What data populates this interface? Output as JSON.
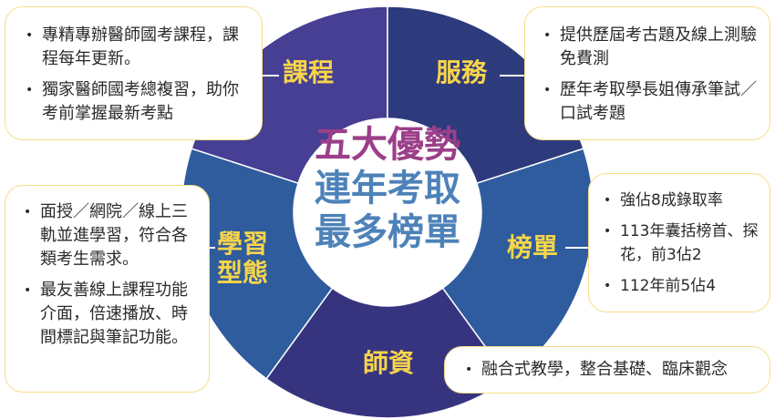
{
  "center": {
    "line1": "五大優勢",
    "line2": "連年考取",
    "line3": "最多榜單"
  },
  "colors": {
    "course": "#463f94",
    "service": "#2d3a7c",
    "ranking": "#2e5c9e",
    "teachers": "#37347f",
    "learning": "#2f5c9d",
    "label": "#f7d54a"
  },
  "segments": {
    "course": {
      "label": "課程",
      "items": [
        "專精專辦醫師國考課程，課程每年更新。",
        "獨家醫師國考總複習，助你考前掌握最新考點"
      ]
    },
    "service": {
      "label": "服務",
      "items": [
        "提供歷屆考古題及線上測驗免費測",
        "歷年考取學長姐傳承筆試／口試考題"
      ]
    },
    "ranking": {
      "label": "榜單",
      "items": [
        "強佔8成錄取率",
        "113年囊括榜首、探花，前3佔2",
        "112年前5佔4"
      ]
    },
    "teachers": {
      "label": "師資",
      "items": [
        "融合式教學，整合基礎、臨床觀念"
      ]
    },
    "learning": {
      "label_line1": "學習",
      "label_line2": "型態",
      "items": [
        "面授／網院／線上三軌並進學習，符合各類考生需求。",
        "最友善線上課程功能介面，倍速播放、時間標記與筆記功能。"
      ]
    }
  }
}
